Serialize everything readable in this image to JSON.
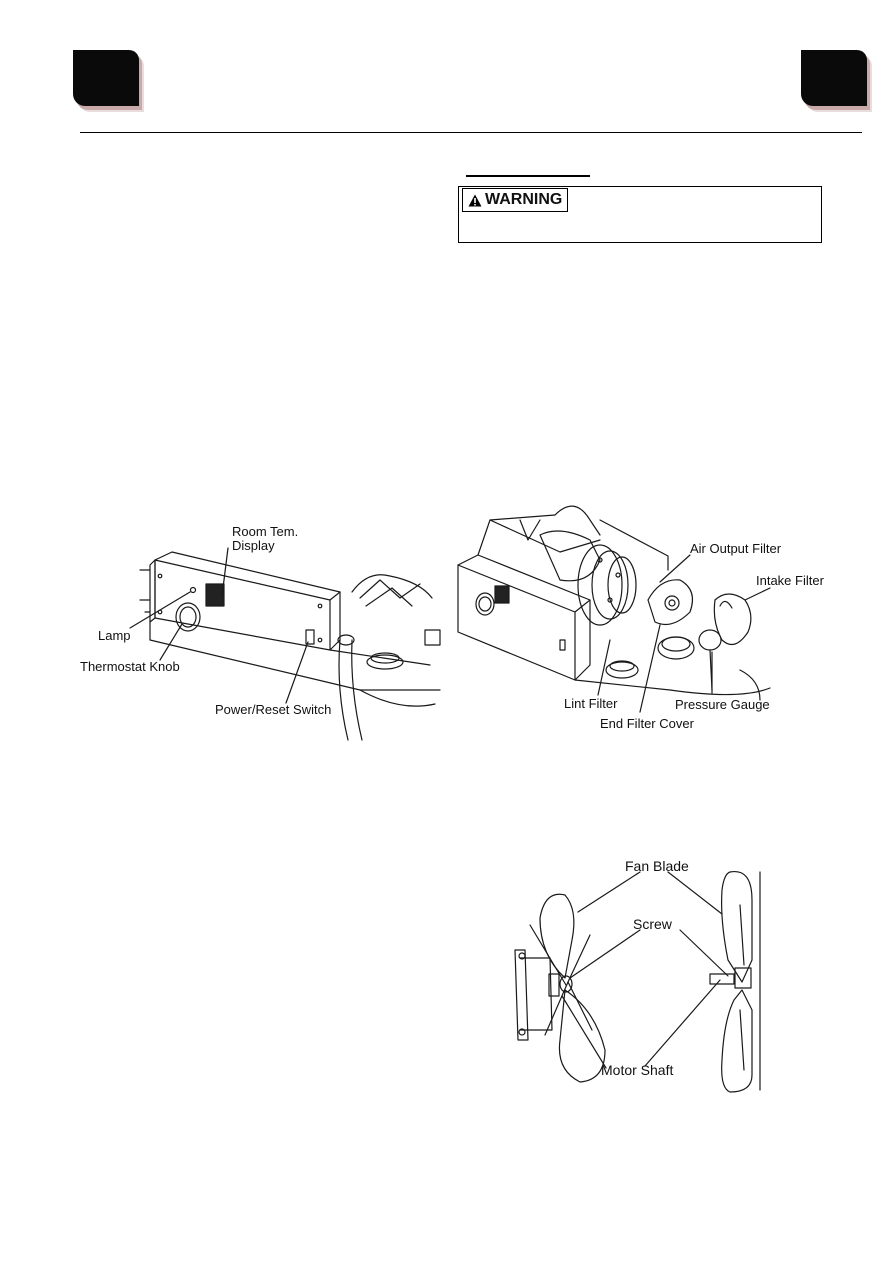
{
  "warning": {
    "label": "WARNING"
  },
  "figure1": {
    "labels": {
      "room_temp_display_line1": "Room Tem.",
      "room_temp_display_line2": "Display",
      "lamp": "Lamp",
      "thermostat_knob": "Thermostat Knob",
      "power_reset_switch": "Power/Reset Switch"
    }
  },
  "figure2": {
    "labels": {
      "air_output_filter": "Air Output Filter",
      "intake_filter": "Intake Filter",
      "lint_filter": "Lint Filter",
      "pressure_gauge": "Pressure Gauge",
      "end_filter_cover": "End Filter Cover"
    }
  },
  "figure3": {
    "labels": {
      "fan_blade": "Fan Blade",
      "screw": "Screw",
      "motor_shaft": "Motor Shaft"
    }
  },
  "colors": {
    "tab": "#0a0a0a",
    "tab_shadow": "#caa9aa",
    "ink": "#111111"
  }
}
